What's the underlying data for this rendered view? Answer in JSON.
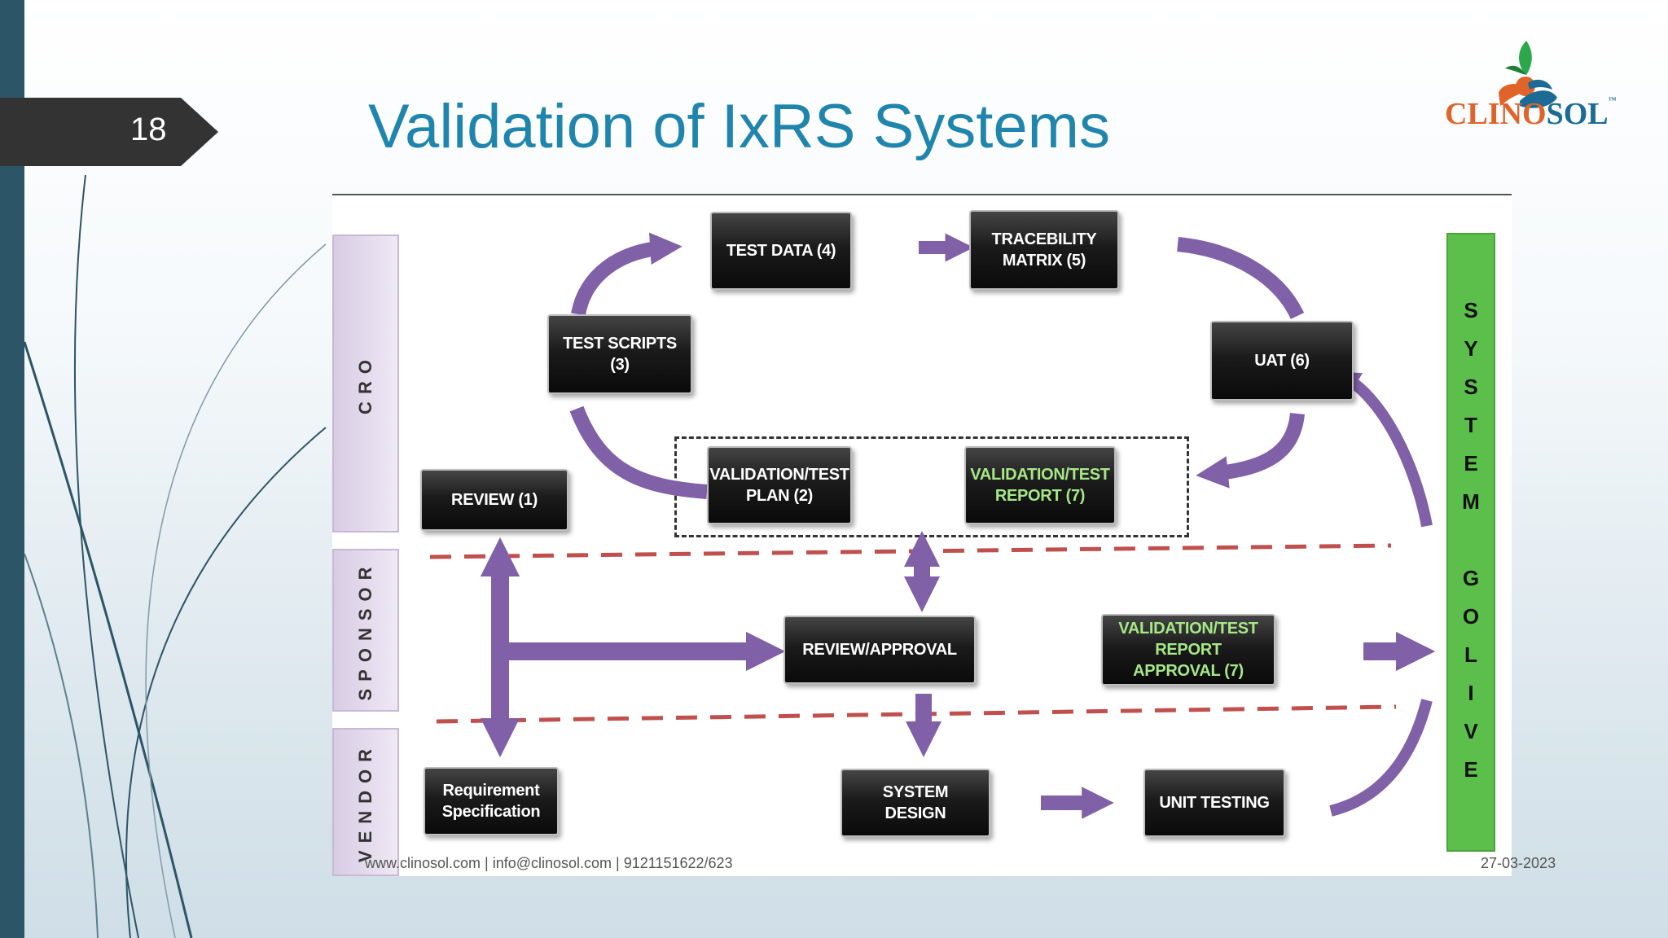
{
  "slide": {
    "number": "18",
    "title": "Validation of IxRS Systems"
  },
  "logo": {
    "text_part1": "CLINO",
    "text_part2": "SOL",
    "tm": "™"
  },
  "diagram": {
    "lanes": [
      "CRO",
      "SPONSOR",
      "VENDOR"
    ],
    "boxes": {
      "test_data": "TEST DATA (4)",
      "traceability": "TRACEBILITY\nMATRIX (5)",
      "test_scripts": "TEST SCRIPTS (3)",
      "uat": "UAT (6)",
      "validation_plan": "VALIDATION/TEST\nPLAN (2)",
      "validation_report": "VALIDATION/TEST\nREPORT (7)",
      "review": "REVIEW (1)",
      "review_approval": "REVIEW/APPROVAL",
      "report_approval": "VALIDATION/TEST\nREPORT APPROVAL (7)",
      "requirement_spec": "Requirement\nSpecification",
      "system_design": "SYSTEM DESIGN",
      "unit_testing": "UNIT TESTING"
    },
    "golive_letters": [
      "S",
      "Y",
      "S",
      "T",
      "E",
      "M",
      "",
      "G",
      "O",
      "L",
      "I",
      "V",
      "E"
    ],
    "colors": {
      "arrow": "#8061a8",
      "dashed_divider": "#c0504d",
      "golive": "#5cbf4c",
      "green_text": "#a6e886"
    }
  },
  "footer": {
    "contact": "www.clinosol.com | info@clinosol.com | 9121151622/623",
    "date": "27-03-2023"
  }
}
